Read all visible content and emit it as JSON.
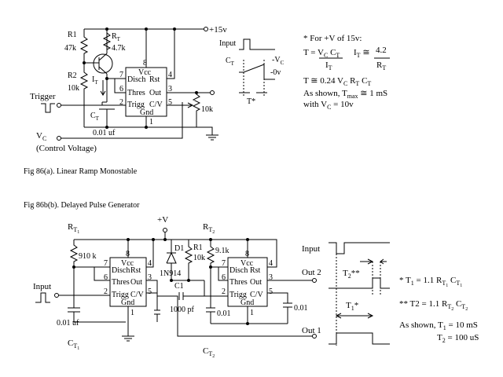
{
  "fig_a": {
    "caption": "Fig 86(a).   Linear Ramp Monostable",
    "r1": "R1",
    "r1_val": "47k",
    "r2": "R2",
    "r2_val": "10k",
    "rt": "R",
    "rt_sub": "T",
    "rt_val": "4.7k",
    "vsupply": "+15v",
    "it": "I",
    "it_sub": "T",
    "ct": "C",
    "ct_sub": "T",
    "trigger": "Trigger",
    "vc": "V",
    "vc_sub": "C",
    "vc_desc": "(Control Voltage)",
    "cap_val": "0.01 uf",
    "pot_val": "10k",
    "ic": {
      "vcc": "Vcc",
      "disch": "Disch",
      "rst": "Rst",
      "thres": "Thres",
      "out": "Out",
      "trigg": "Trigg",
      "cv": "C/V",
      "gnd": "Gnd",
      "p8": "8",
      "p7": "7",
      "p4": "4",
      "p6": "6",
      "p3": "3",
      "p2": "2",
      "p5": "5",
      "p1": "1"
    },
    "wave": {
      "input": "Input",
      "ct": "C",
      "ct_sub": "T",
      "neg_vc": "-V",
      "neg_vc_sub": "C",
      "zero_v": "-0v",
      "tstar": "T*"
    },
    "notes": {
      "line1": "* For +V of 15v:",
      "line2_left": "T = ",
      "line2_vc": "V",
      "line2_vc_sub": "C",
      "line2_ct": " C",
      "line2_ct_sub": "T",
      "line2_den": "I",
      "line2_den_sub": "T",
      "line2_it": "I",
      "line2_it_sub": "T",
      "line2_approx": " ≅ ",
      "line2_num": "4.2",
      "line2_rden": "R",
      "line2_rden_sub": "T",
      "line3": "T ≅ 0.24 V",
      "line3_vc_sub": "C",
      "line3_rt": " R",
      "line3_rt_sub": "T",
      "line3_ct": " C",
      "line3_ct_sub": "T",
      "line4_a": "As shown, T",
      "line4_sub": "max",
      "line4_b": " ≅ 1 mS",
      "line5_a": "with V",
      "line5_sub": "C",
      "line5_b": " = 10v"
    }
  },
  "fig_b": {
    "caption": "Fig 86b(b).   Delayed Pulse Generator",
    "vplus": "+V",
    "rt1": "R",
    "rt1_sub": "T",
    "rt1_subsub": "1",
    "rt1_val": "910 k",
    "rt2": "R",
    "rt2_sub": "T",
    "rt2_subsub": "2",
    "rt2_val": "9.1k",
    "d1": "D1",
    "d1_part": "1N914",
    "r1": "R1",
    "r1_val": "10k",
    "c1": "C1",
    "c1_val": "1000 pf",
    "input": "Input",
    "cap1_val": "0.01 uf",
    "cap_small_a": "0.01",
    "cap_small_b": "0.01",
    "ct1": "C",
    "ct1_sub": "T",
    "ct1_subsub": "1",
    "ct2": "C",
    "ct2_sub": "T",
    "ct2_subsub": "2",
    "out2": "Out 2",
    "out1": "Out 1",
    "ic1": {
      "vcc": "Vcc",
      "disch": "Disch",
      "rst": "Rst",
      "thres": "Thres",
      "out": "Out",
      "trigg": "Trigg",
      "cv": "C/V",
      "gnd": "Gnd",
      "p8": "8",
      "p7": "7",
      "p4": "4",
      "p6": "6",
      "p3": "3",
      "p2": "2",
      "p5": "5",
      "p1": "1"
    },
    "ic2": {
      "vcc": "Vcc",
      "disch": "Disch",
      "rst": "Rst",
      "thres": "Thres",
      "out": "Out",
      "trigg": "Trigg",
      "cv": "C/V",
      "gnd": "Gnd",
      "p8": "8",
      "p7": "7",
      "p4": "4",
      "p6": "6",
      "p3": "3",
      "p2": "2",
      "p5": "5",
      "p1": "1"
    },
    "wave": {
      "input": "Input",
      "t2": "T",
      "t2_sub": "2",
      "t2_star": "**",
      "t1": "T",
      "t1_sub": "1",
      "t1_star": "*"
    },
    "notes": {
      "n1_a": "* T",
      "n1_sub1": "1",
      "n1_b": " = 1.1 R",
      "n1_sub2": "T",
      "n1_sub2b": "1",
      "n1_c": " C",
      "n1_sub3": "T",
      "n1_sub3b": "1",
      "n2_a": "** T2 = 1.1 R",
      "n2_sub1": "T",
      "n2_sub1b": "2",
      "n2_c": " C",
      "n2_sub2": "T",
      "n2_sub2b": "2",
      "n3_a": "As shown, T",
      "n3_sub": "1",
      "n3_b": " = 10 mS",
      "n4_a": "T",
      "n4_sub": "2",
      "n4_b": " = 100 uS"
    }
  }
}
